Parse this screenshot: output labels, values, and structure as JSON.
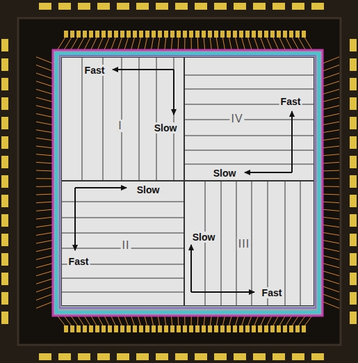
{
  "diagram": {
    "nodes": [
      {
        "text": [
          "Fast",
          "Slow",
          "I"
        ]
      },
      {
        "text": [
          "Fast",
          "IV",
          "Slow"
        ]
      },
      {
        "text": [
          "Slow",
          "II",
          "Fast"
        ]
      },
      {
        "text": [
          "Slow",
          "III",
          "Fast"
        ]
      }
    ]
  }
}
